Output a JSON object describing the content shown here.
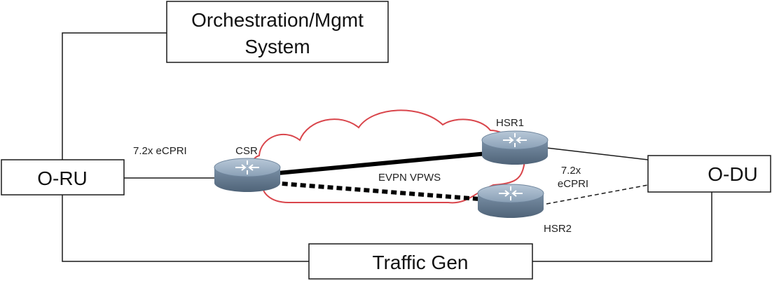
{
  "nodes": {
    "orchestration": {
      "line1": "Orchestration/Mgmt",
      "line2": "System"
    },
    "oru": {
      "label": "O-RU"
    },
    "odu": {
      "label": "O-DU"
    },
    "traffic_gen": {
      "label": "Traffic Gen"
    }
  },
  "routers": {
    "csr": {
      "label": "CSR"
    },
    "hsr1": {
      "label": "HSR1"
    },
    "hsr2": {
      "label": "HSR2"
    }
  },
  "links": {
    "oru_csr": {
      "label": "7.2x eCPRI"
    },
    "hsr_odu": {
      "line1": "7.2x",
      "line2": "eCPRI"
    },
    "overlay": {
      "label": "EVPN VPWS"
    }
  },
  "colors": {
    "cloud": "#d9454b",
    "router_top": "#9eb3c8",
    "router_body": "#6f859c",
    "router_dark": "#4f6378",
    "line": "#1a1a1a"
  }
}
